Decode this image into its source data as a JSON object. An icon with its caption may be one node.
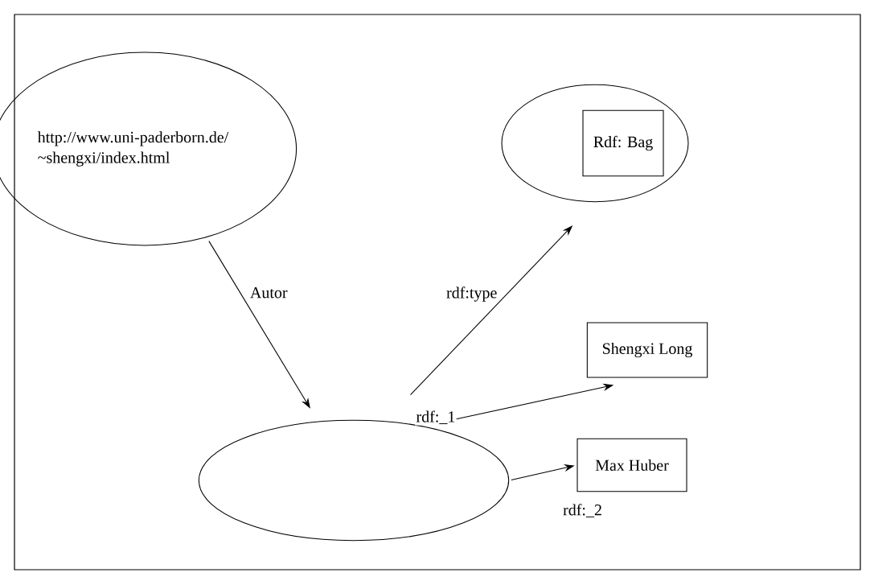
{
  "diagram": {
    "nodes": [
      {
        "text": [
          "http://www.uni-paderborn.de/ ~shengxi/index.html"
        ]
      },
      {
        "text": [],
        "shape": "ellipse"
      },
      {
        "text": [
          "Rdf: Bag"
        ],
        "in": 1
      },
      {
        "text": [
          "Shengxi Long"
        ]
      },
      {
        "text": [
          "Max Huber"
        ]
      },
      {
        "text": [],
        "shape": "ellipse"
      }
    ],
    "edges": [
      {
        "from": 0,
        "to": 5,
        "arrow": "to",
        "label": "Autor"
      },
      {
        "from": 5,
        "to": 1,
        "arrow": "to",
        "label": "rdf:type"
      },
      {
        "from": 5,
        "to": 3,
        "arrow": "to",
        "label": "rdf:_1"
      },
      {
        "from": 5,
        "to": 4,
        "arrow": "to",
        "label": "rdf:_2"
      }
    ]
  }
}
